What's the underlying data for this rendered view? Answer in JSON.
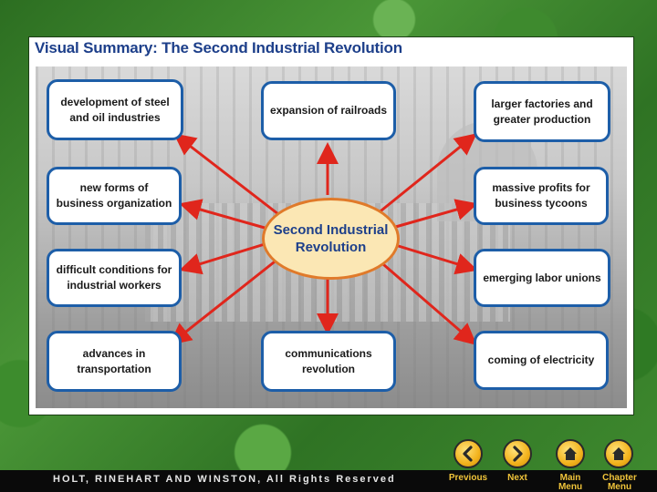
{
  "title": "Visual Summary: The Second Industrial Revolution",
  "center": "Second Industrial Revolution",
  "nodes": {
    "steel_oil": "development of steel and oil industries",
    "railroads": "expansion of railroads",
    "factories": "larger factories and greater production",
    "business_org": "new forms of business organization",
    "profits": "massive profits for business tycoons",
    "conditions": "difficult conditions for industrial workers",
    "labor": "emerging labor unions",
    "transportation": "advances in transportation",
    "communications": "communications revolution",
    "electricity": "coming of electricity"
  },
  "colors": {
    "arrow": "#e0261c",
    "node_border": "#1d5ea8",
    "center_fill": "#fbe7b4",
    "title": "#1d3f8a"
  },
  "footer": "HOLT, RINEHART AND WINSTON, All Rights Reserved",
  "nav": {
    "previous": "Previous",
    "next": "Next",
    "main_menu": "Main\nMenu",
    "chapter_menu": "Chapter\nMenu"
  },
  "icons": [
    "arrow-left-icon",
    "arrow-right-icon",
    "home-icon",
    "home-icon"
  ]
}
